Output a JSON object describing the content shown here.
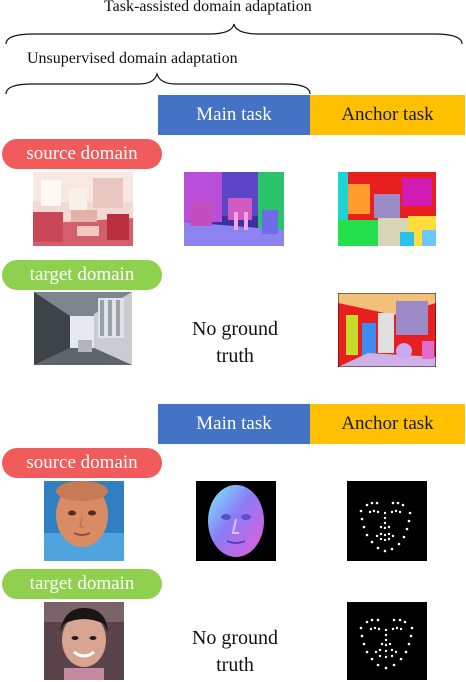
{
  "top_title": "Task-assisted domain adaptation",
  "sub_title": "Unsupervised domain adaptation",
  "colors": {
    "main_task": "#4472c4",
    "anchor_task": "#ffc000",
    "source_domain": "#f25b5b",
    "target_domain": "#8fd14f"
  },
  "panel_top": {
    "main_task_label": "Main task",
    "anchor_task_label": "Anchor task",
    "source_label": "source domain",
    "target_label": "target domain",
    "no_ground_truth": [
      "No ground",
      "truth"
    ]
  },
  "panel_bottom": {
    "main_task_label": "Main task",
    "anchor_task_label": "Anchor task",
    "source_label": "source domain",
    "target_label": "target domain",
    "no_ground_truth": [
      "No ground",
      "truth"
    ]
  }
}
